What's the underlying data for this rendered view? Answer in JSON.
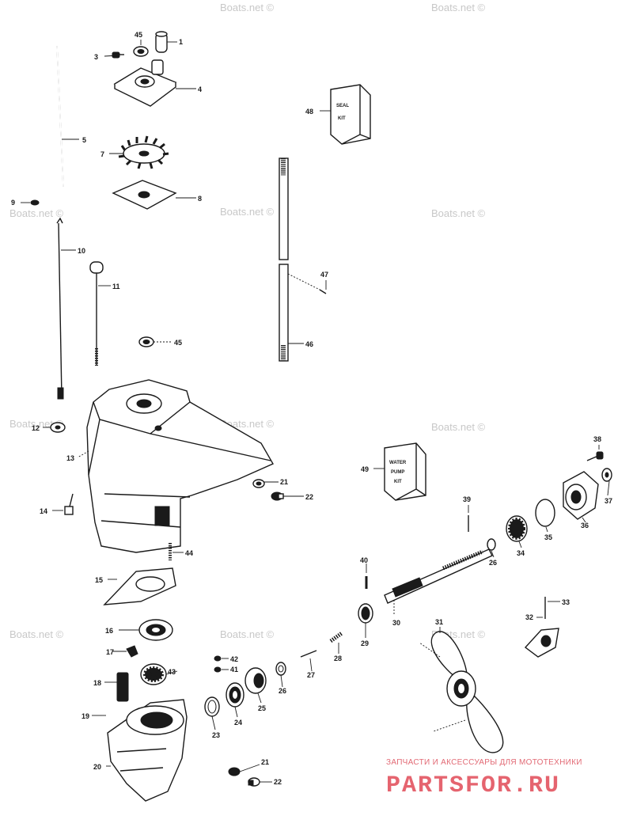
{
  "watermark": "Boats.net ©",
  "parts": [
    {
      "id": "p1",
      "num": "1"
    },
    {
      "id": "p3",
      "num": "3"
    },
    {
      "id": "p45a",
      "num": "45"
    },
    {
      "id": "p4",
      "num": "4"
    },
    {
      "id": "p5",
      "num": "5"
    },
    {
      "id": "p7",
      "num": "7"
    },
    {
      "id": "p8",
      "num": "8"
    },
    {
      "id": "p9",
      "num": "9"
    },
    {
      "id": "p10",
      "num": "10"
    },
    {
      "id": "p11",
      "num": "11"
    },
    {
      "id": "p45b",
      "num": "45"
    },
    {
      "id": "p12",
      "num": "12"
    },
    {
      "id": "p13",
      "num": "13"
    },
    {
      "id": "p14",
      "num": "14"
    },
    {
      "id": "p15",
      "num": "15"
    },
    {
      "id": "p16",
      "num": "16"
    },
    {
      "id": "p17",
      "num": "17"
    },
    {
      "id": "p18",
      "num": "18"
    },
    {
      "id": "p19",
      "num": "19"
    },
    {
      "id": "p20",
      "num": "20"
    },
    {
      "id": "p21a",
      "num": "21"
    },
    {
      "id": "p22a",
      "num": "22"
    },
    {
      "id": "p21b",
      "num": "21"
    },
    {
      "id": "p22b",
      "num": "22"
    },
    {
      "id": "p23",
      "num": "23"
    },
    {
      "id": "p24",
      "num": "24"
    },
    {
      "id": "p25",
      "num": "25"
    },
    {
      "id": "p26a",
      "num": "26"
    },
    {
      "id": "p26b",
      "num": "26"
    },
    {
      "id": "p27",
      "num": "27"
    },
    {
      "id": "p28",
      "num": "28"
    },
    {
      "id": "p29",
      "num": "29"
    },
    {
      "id": "p30",
      "num": "30"
    },
    {
      "id": "p31",
      "num": "31"
    },
    {
      "id": "p32",
      "num": "32"
    },
    {
      "id": "p33",
      "num": "33"
    },
    {
      "id": "p34",
      "num": "34"
    },
    {
      "id": "p35",
      "num": "35"
    },
    {
      "id": "p36",
      "num": "36"
    },
    {
      "id": "p37",
      "num": "37"
    },
    {
      "id": "p38",
      "num": "38"
    },
    {
      "id": "p39",
      "num": "39"
    },
    {
      "id": "p40",
      "num": "40"
    },
    {
      "id": "p41",
      "num": "41"
    },
    {
      "id": "p42",
      "num": "42"
    },
    {
      "id": "p43",
      "num": "43"
    },
    {
      "id": "p44",
      "num": "44"
    },
    {
      "id": "p46",
      "num": "46"
    },
    {
      "id": "p47",
      "num": "47"
    },
    {
      "id": "p48",
      "num": "48"
    },
    {
      "id": "p49",
      "num": "49"
    }
  ],
  "kits": {
    "seal_line1": "SEAL",
    "seal_line2": "KIT",
    "pump_line1": "WATER",
    "pump_line2": "PUMP",
    "pump_line3": "KIT"
  },
  "brand": {
    "tagline": "ЗАПЧАСТИ И АКСЕССУАРЫ ДЛЯ МОТОТЕХНИКИ",
    "name": "PARTSFOR.RU"
  },
  "colors": {
    "ink": "#1a1a1a",
    "watermark": "#c8c8c8",
    "brand": "#e5646f"
  }
}
